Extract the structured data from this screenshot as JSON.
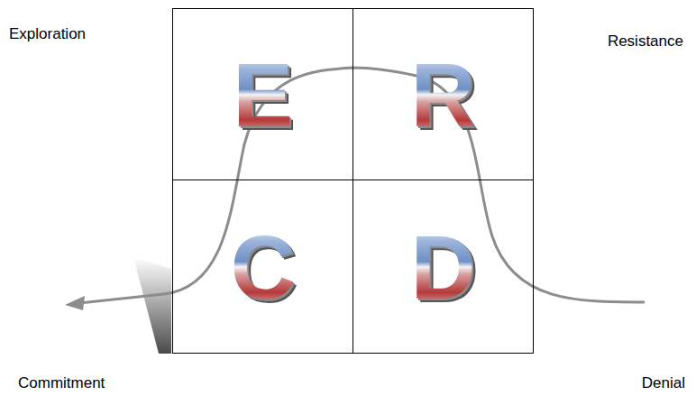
{
  "diagram": {
    "nodes": [
      {
        "text": [
          "E"
        ]
      },
      {
        "text": [
          "R"
        ]
      },
      {
        "text": [
          "C"
        ]
      },
      {
        "text": [
          "D"
        ]
      }
    ],
    "labels": [
      "Exploration",
      "Resistance",
      "Commitment",
      "Denial"
    ]
  }
}
